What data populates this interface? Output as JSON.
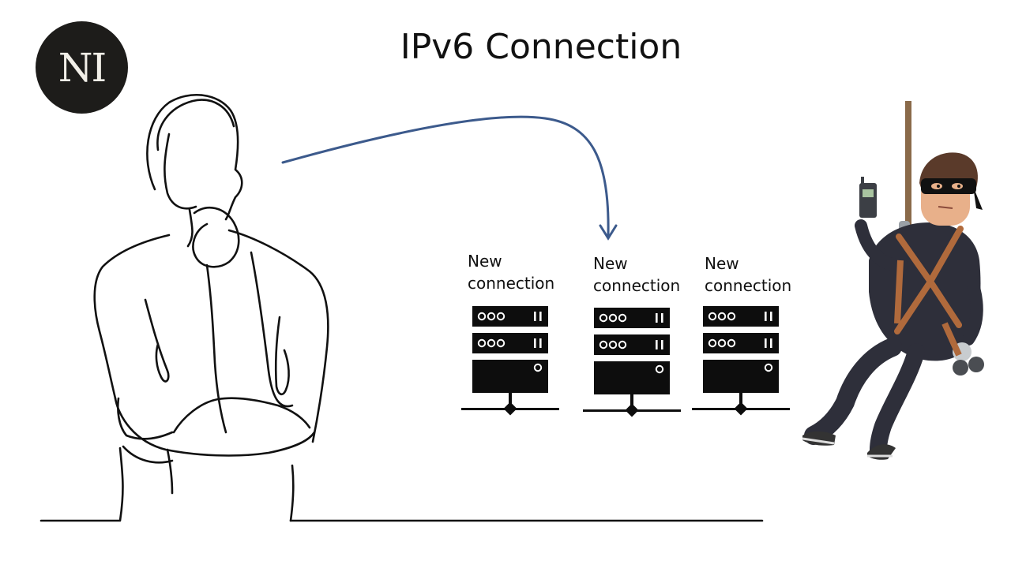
{
  "logo": {
    "text": "NI"
  },
  "title": "IPv6 Connection",
  "servers": [
    {
      "label_line1": "New",
      "label_line2": "connection"
    },
    {
      "label_line1": "New",
      "label_line2": "connection"
    },
    {
      "label_line1": "New",
      "label_line2": "connection"
    }
  ],
  "colors": {
    "arrow": "#3c5a8c",
    "server": "#0d0d0d",
    "logo_bg": "#1d1c1a",
    "harness": "#b06a3c",
    "suit": "#2e2f3a"
  }
}
